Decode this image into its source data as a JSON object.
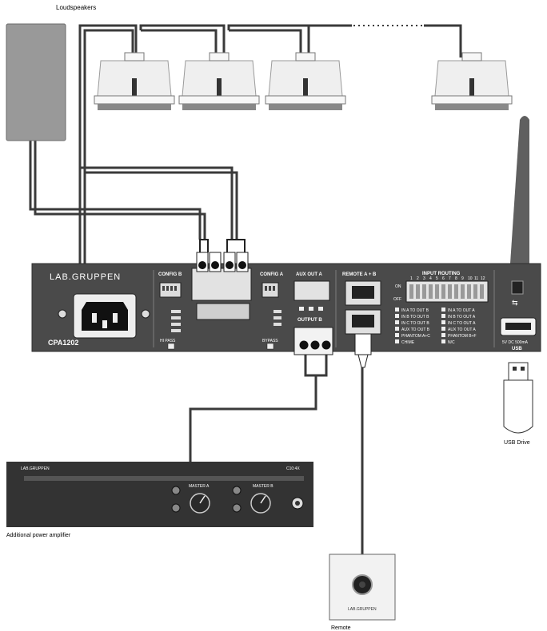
{
  "labels": {
    "loudspeakers": "Loudspeakers",
    "additional_amp": "Additional power amplifier",
    "usb_drive": "USB Drive",
    "remote": "Remote"
  },
  "device": {
    "brand": "LAB.GRUPPEN",
    "model": "CPA1202",
    "config_b": "CONFIG B",
    "config_a": "CONFIG A",
    "aux_out_a": "AUX OUT A",
    "output_b": "OUTPUT B",
    "remote_ab": "REMOTE A + B",
    "input_routing": "INPUT ROUTING",
    "hi_pass": "HI PASS",
    "bypass": "BYPASS",
    "usb": "USB",
    "usb_power": "5V DC 500mA",
    "on": "ON",
    "off": "OFF",
    "routing_rows_left": [
      "IN A TO OUT B",
      "IN B TO OUT B",
      "IN C TO OUT B",
      "AUX TO OUT B",
      "PHANTOM A+C",
      "CHIME"
    ],
    "routing_rows_right": [
      "IN A TO OUT A",
      "IN B TO OUT A",
      "IN C TO OUT A",
      "AUX TO OUT A",
      "PHANTOM B+F",
      "N/C"
    ],
    "dip_numbers": [
      "1",
      "2",
      "3",
      "4",
      "5",
      "6",
      "7",
      "8",
      "9",
      "10",
      "11",
      "12"
    ]
  },
  "amplifier": {
    "brand": "LAB.GRUPPEN",
    "model": "C10:4X",
    "master_a": "MASTER A",
    "master_b": "MASTER B"
  },
  "remote_panel": {
    "brand": "LAB.GRUPPEN"
  },
  "colors": {
    "cable": "#3a3a3a",
    "panel": "#4a4a4a",
    "panel_dark": "#333333",
    "speaker_body": "#efefef",
    "speaker_outline": "#9a9a9a",
    "ps_fill": "#999999",
    "antenna": "#5f5f5f"
  }
}
